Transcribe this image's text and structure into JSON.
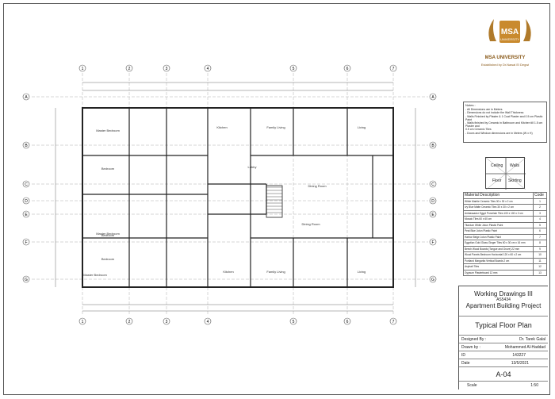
{
  "logo": {
    "name": "MSA UNIVERSITY",
    "subtitle": "Established by Dr.Nawal El Degwi"
  },
  "notes": {
    "title": "Notes :",
    "items": [
      "- All Dimensions are in Meters",
      "- Dimensions do not include the Wall Thickness",
      "- Walls Finished by Plaster & 1 Coat Plaster and 0.5 cm Plastic Paint",
      "- Walls finished by Ceramic in Bathroom and Kitchen till 1.5 cm Plaster and",
      "  0.5 cm Ceramic Tiles",
      "- Doors and Window dimensions are in Meters (W x H)"
    ]
  },
  "legend": {
    "ceiling": "Ceiling",
    "walls": "Walls",
    "floor": "Floor",
    "skirting": "Skirting"
  },
  "materials": {
    "header_desc": "Material Description",
    "header_code": "Code",
    "rows": [
      {
        "desc": "White Marble Ceramic Tiles 30 x 30 x 2 cm",
        "code": "1"
      },
      {
        "desc": "Ivy Blue Matte Ceramic Tiles 30 x 30 x 2 cm",
        "code": "2"
      },
      {
        "desc": "Ambassador Egypt Porcelain Tiles 100 x 100 x 2 cm",
        "code": "3"
      },
      {
        "desc": "Mosaic Tiles 60 x 60 cm",
        "code": "4"
      },
      {
        "desc": "Titanium White Jotun Plastic Paint",
        "code": "5"
      },
      {
        "desc": "Peat Blue Jotun Plastic Paint",
        "code": "6"
      },
      {
        "desc": "Harbor Beige Jotun Plastic Paint",
        "code": "7"
      },
      {
        "desc": "Egyptian Gold Glass Ginger Tiles 60 x 30 cm x 16 mm",
        "code": "8"
      },
      {
        "desc": "Beech Wood Boards (Tongue and Grove) 22 mm",
        "code": "9"
      },
      {
        "desc": "Wood Panels Bedroom Horizontal 120 x 60 x 2 cm",
        "code": "10"
      },
      {
        "desc": "Portland Margarita Vertical Boards 2 cm",
        "code": "11"
      },
      {
        "desc": "Asphalt Tiles",
        "code": "12"
      },
      {
        "desc": "Gypsum Plasterboard 12 mm",
        "code": "13"
      }
    ]
  },
  "title_block": {
    "course": "Working Drawings III",
    "code": "AS5434",
    "project": "Apartment Building Project",
    "drawing_title": "Typical Floor Plan",
    "designed_by_label": "Designed By :",
    "designed_by": "Dr. Tarek Galal",
    "drawn_by_label": "Drawn by :",
    "drawn_by": "Mohammed Al-Haddad",
    "id_label": "ID",
    "id": "143227",
    "date_label": "Date",
    "date": "13/5/2021",
    "sheet": "A-04",
    "scale_label": "Scale",
    "scale": "1:50"
  },
  "plan": {
    "grid_columns": [
      "1",
      "2",
      "3",
      "4",
      "5",
      "6",
      "7"
    ],
    "grid_rows": [
      "A",
      "B",
      "C",
      "D",
      "E",
      "F",
      "G"
    ],
    "rooms": [
      {
        "label": "Master Bedroom"
      },
      {
        "label": "Bedroom"
      },
      {
        "label": "Kitchen"
      },
      {
        "label": "Family Living"
      },
      {
        "label": "Living"
      },
      {
        "label": "Bedroom"
      },
      {
        "label": "Lobby"
      },
      {
        "label": "Dining Room"
      },
      {
        "label": "Master Bedroom"
      },
      {
        "label": "Dining Room"
      },
      {
        "label": "Bedroom"
      },
      {
        "label": "Master Bedroom"
      },
      {
        "label": "Kitchen"
      },
      {
        "label": "Family Living"
      },
      {
        "label": "Living"
      }
    ]
  }
}
